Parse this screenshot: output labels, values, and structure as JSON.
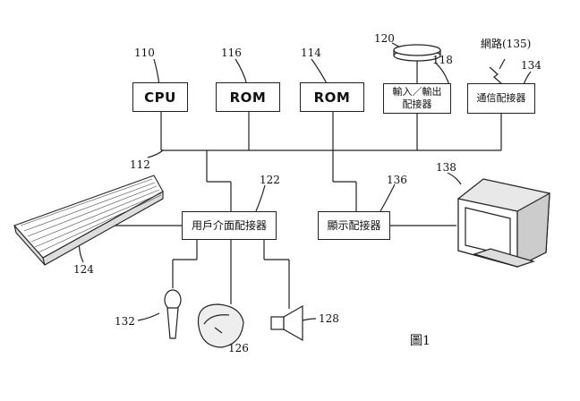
{
  "boxes": {
    "cpu": "CPU",
    "rom1": "ROM",
    "rom2": "ROM",
    "io_line1": "輸入／輸出",
    "io_line2": "配接器",
    "comm": "通信配接器",
    "ui": "用戶介面配接器",
    "display": "顯示配接器"
  },
  "refs": {
    "cpu": "110",
    "rom1": "116",
    "rom2": "114",
    "disk": "120",
    "io": "118",
    "network": "網路(135)",
    "comm": "134",
    "bus": "112",
    "ui": "122",
    "display_adapter": "136",
    "monitor": "138",
    "keyboard": "124",
    "mic": "132",
    "mouse": "126",
    "speaker": "128"
  },
  "caption": "圖1"
}
